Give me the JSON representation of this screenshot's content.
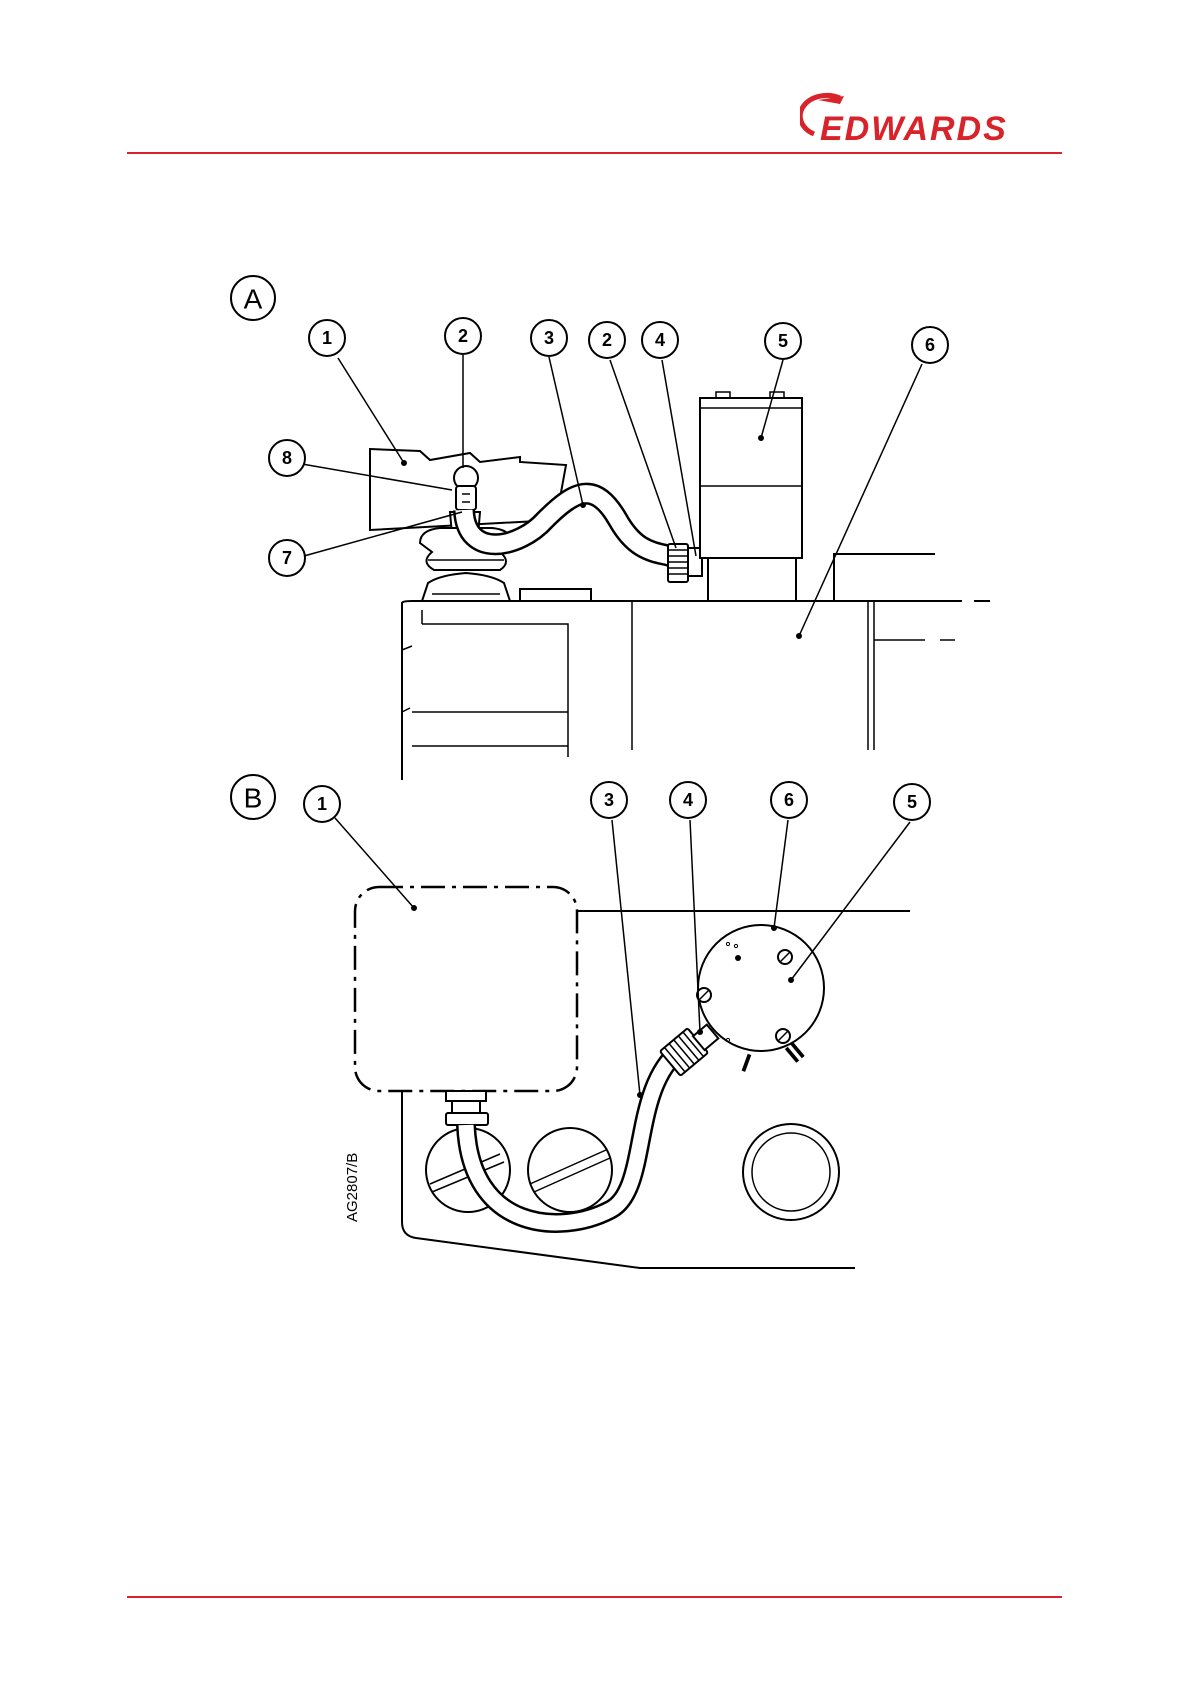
{
  "header": {
    "brand": "EDWARDS",
    "brand_color": "#d8232a"
  },
  "diagram": {
    "view_a": "A",
    "view_b": "B",
    "callouts_a": [
      "1",
      "2",
      "3",
      "2",
      "4",
      "5",
      "6",
      "8",
      "7"
    ],
    "callouts_b": [
      "1",
      "3",
      "4",
      "6",
      "5"
    ],
    "switch_pos_1": "I",
    "switch_pos_2": "II",
    "figure_code": "AG2807/B"
  }
}
